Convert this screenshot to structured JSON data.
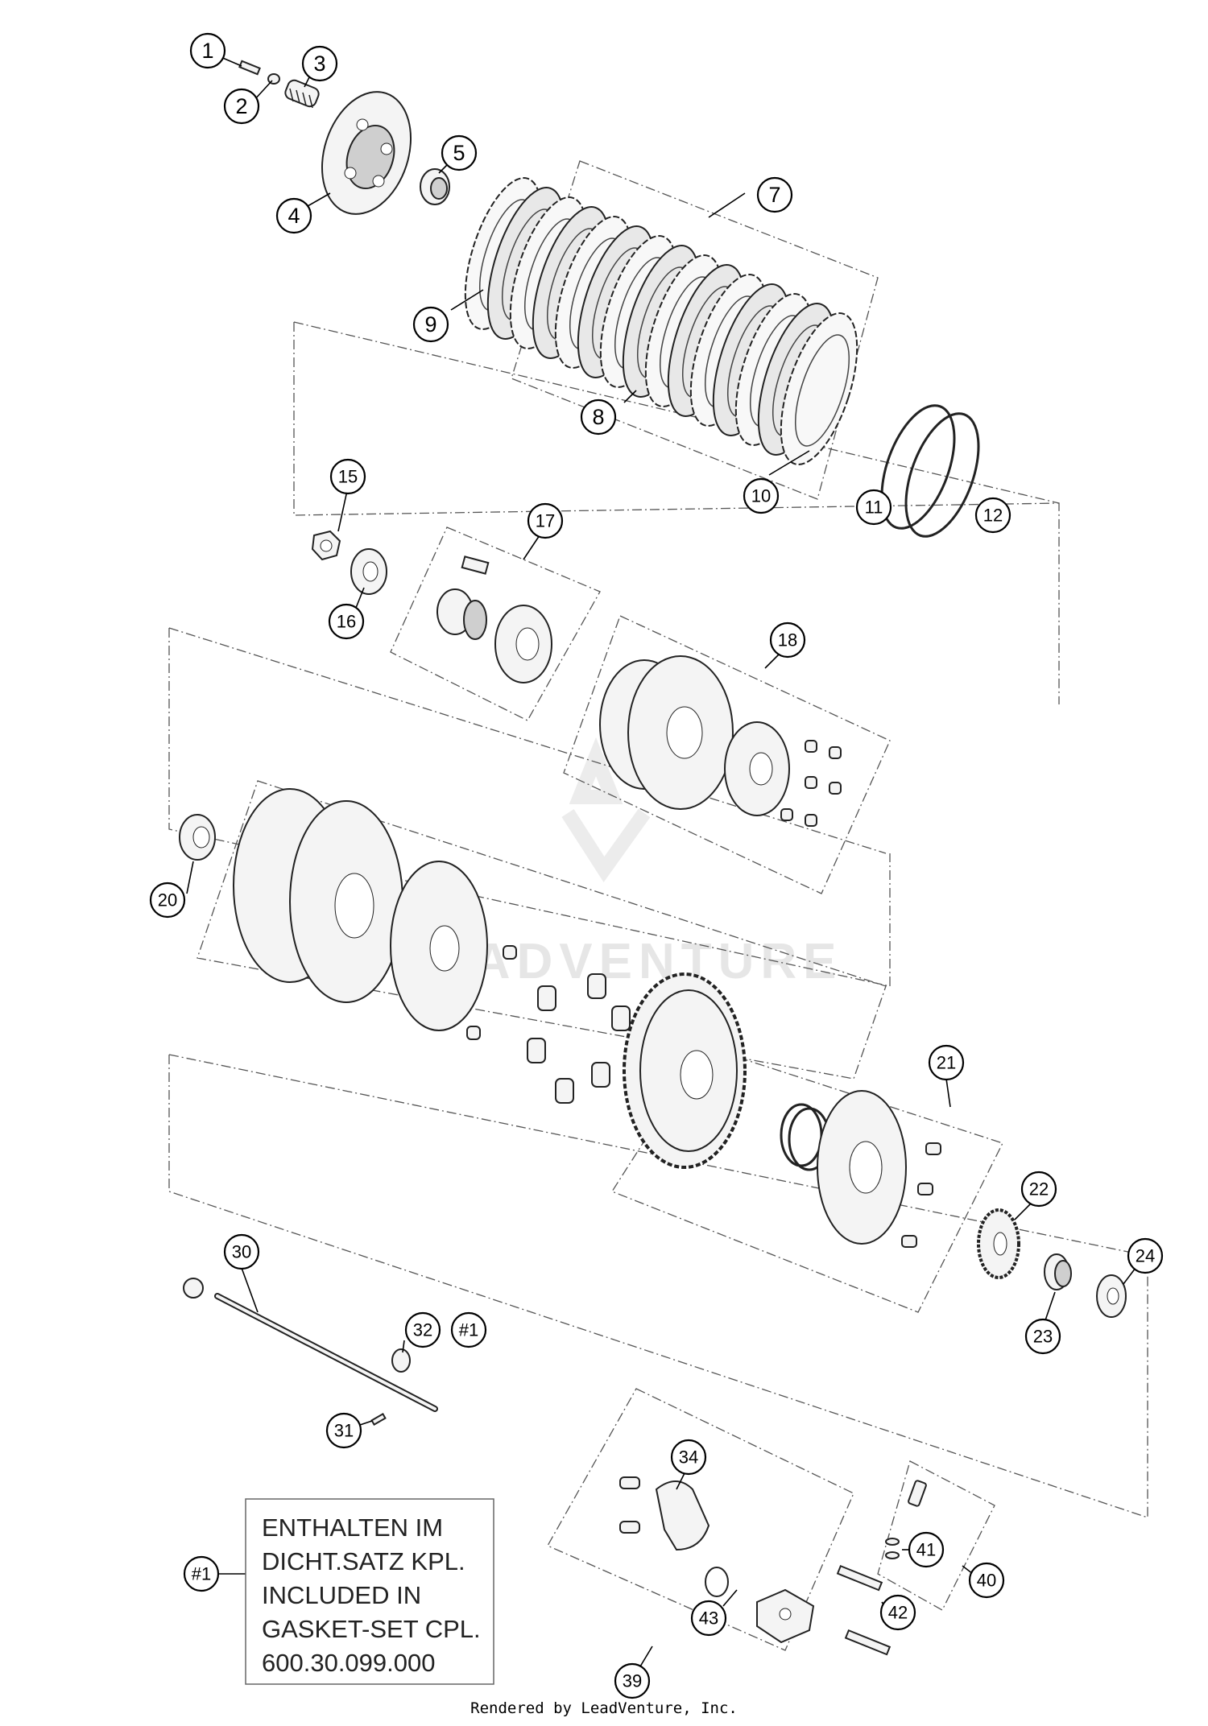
{
  "callouts": [
    {
      "id": "c1",
      "label": "1"
    },
    {
      "id": "c2",
      "label": "2"
    },
    {
      "id": "c3",
      "label": "3"
    },
    {
      "id": "c4",
      "label": "4"
    },
    {
      "id": "c5",
      "label": "5"
    },
    {
      "id": "c7",
      "label": "7"
    },
    {
      "id": "c8",
      "label": "8"
    },
    {
      "id": "c9",
      "label": "9"
    },
    {
      "id": "c10",
      "label": "10"
    },
    {
      "id": "c11",
      "label": "11"
    },
    {
      "id": "c12",
      "label": "12"
    },
    {
      "id": "c15",
      "label": "15"
    },
    {
      "id": "c16",
      "label": "16"
    },
    {
      "id": "c17",
      "label": "17"
    },
    {
      "id": "c18",
      "label": "18"
    },
    {
      "id": "c20",
      "label": "20"
    },
    {
      "id": "c21",
      "label": "21"
    },
    {
      "id": "c22",
      "label": "22"
    },
    {
      "id": "c23",
      "label": "23"
    },
    {
      "id": "c24",
      "label": "24"
    },
    {
      "id": "c30",
      "label": "30"
    },
    {
      "id": "c31",
      "label": "31"
    },
    {
      "id": "c32",
      "label": "32"
    },
    {
      "id": "ch1a",
      "label": "#1"
    },
    {
      "id": "c34",
      "label": "34"
    },
    {
      "id": "c39",
      "label": "39"
    },
    {
      "id": "c40",
      "label": "40"
    },
    {
      "id": "c41",
      "label": "41"
    },
    {
      "id": "c42",
      "label": "42"
    },
    {
      "id": "c43",
      "label": "43"
    },
    {
      "id": "ch1b",
      "label": "#1"
    }
  ],
  "note": {
    "lines": [
      "ENTHALTEN IM",
      "DICHT.SATZ KPL.",
      "INCLUDED IN",
      "GASKET-SET CPL.",
      "600.30.099.000"
    ]
  },
  "watermark": "LEADVENTURE",
  "footer": "Rendered by LeadVenture, Inc."
}
